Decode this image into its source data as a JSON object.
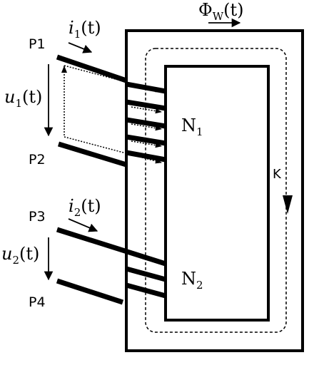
{
  "ports": {
    "p1": "P1",
    "p2": "P2",
    "p3": "P3",
    "p4": "P4"
  },
  "currents": {
    "i1_base": "i",
    "i1_sub": "1",
    "i1_arg": "(t)",
    "i2_base": "i",
    "i2_sub": "2",
    "i2_arg": "(t)"
  },
  "voltages": {
    "u1_base": "u",
    "u1_sub": "1",
    "u1_arg": "(t)",
    "u2_base": "u",
    "u2_sub": "2",
    "u2_arg": "(t)"
  },
  "windings": {
    "n1_base": "N",
    "n1_sub": "1",
    "n2_base": "N",
    "n2_sub": "2"
  },
  "flux": {
    "symbol": "Φ",
    "sub": "W",
    "arg": "(t)"
  },
  "path_label": "K"
}
